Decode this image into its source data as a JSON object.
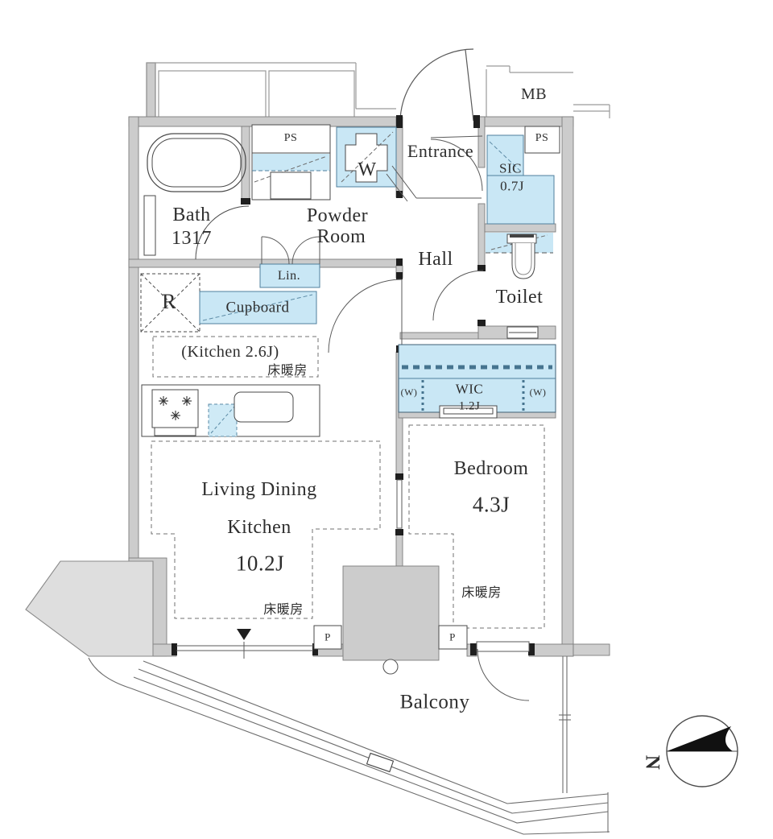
{
  "plan_type": "floor_plan",
  "colors": {
    "fixture_blue": "#c9e7f5",
    "fixture_blue_stroke": "#4f7f9d",
    "wall_gray": "#cccccc",
    "line_gray": "#4a4a4a"
  },
  "exterior": {
    "meter_box": "MB",
    "pipe_space_left": "PS",
    "pipe_space_right": "PS",
    "pillar_left": "P",
    "pillar_right": "P",
    "balcony": "Balcony"
  },
  "rooms": {
    "bath": {
      "name": "Bath",
      "size": "1317"
    },
    "powder": {
      "line1": "Powder",
      "line2": "Room"
    },
    "entrance": {
      "name": "Entrance"
    },
    "sic": {
      "name": "SIC",
      "size": "0.7J"
    },
    "hall": {
      "name": "Hall"
    },
    "toilet": {
      "name": "Toilet"
    },
    "kitchen": {
      "size_note": "(Kitchen 2.6J)",
      "floor_heating": "床暖房"
    },
    "ldk": {
      "line1": "Living Dining",
      "line2": "Kitchen",
      "size": "10.2J",
      "floor_heating": "床暖房"
    },
    "bedroom": {
      "name": "Bedroom",
      "size": "4.3J",
      "floor_heating": "床暖房"
    }
  },
  "storage": {
    "linen": "Lin.",
    "cupboard": "Cupboard",
    "wic": {
      "name": "WIC",
      "size": "1.2J",
      "w_left": "(W)",
      "w_right": "(W)"
    }
  },
  "fixtures": {
    "washer": "W",
    "refrigerator": "R"
  },
  "compass": {
    "north": "N"
  }
}
